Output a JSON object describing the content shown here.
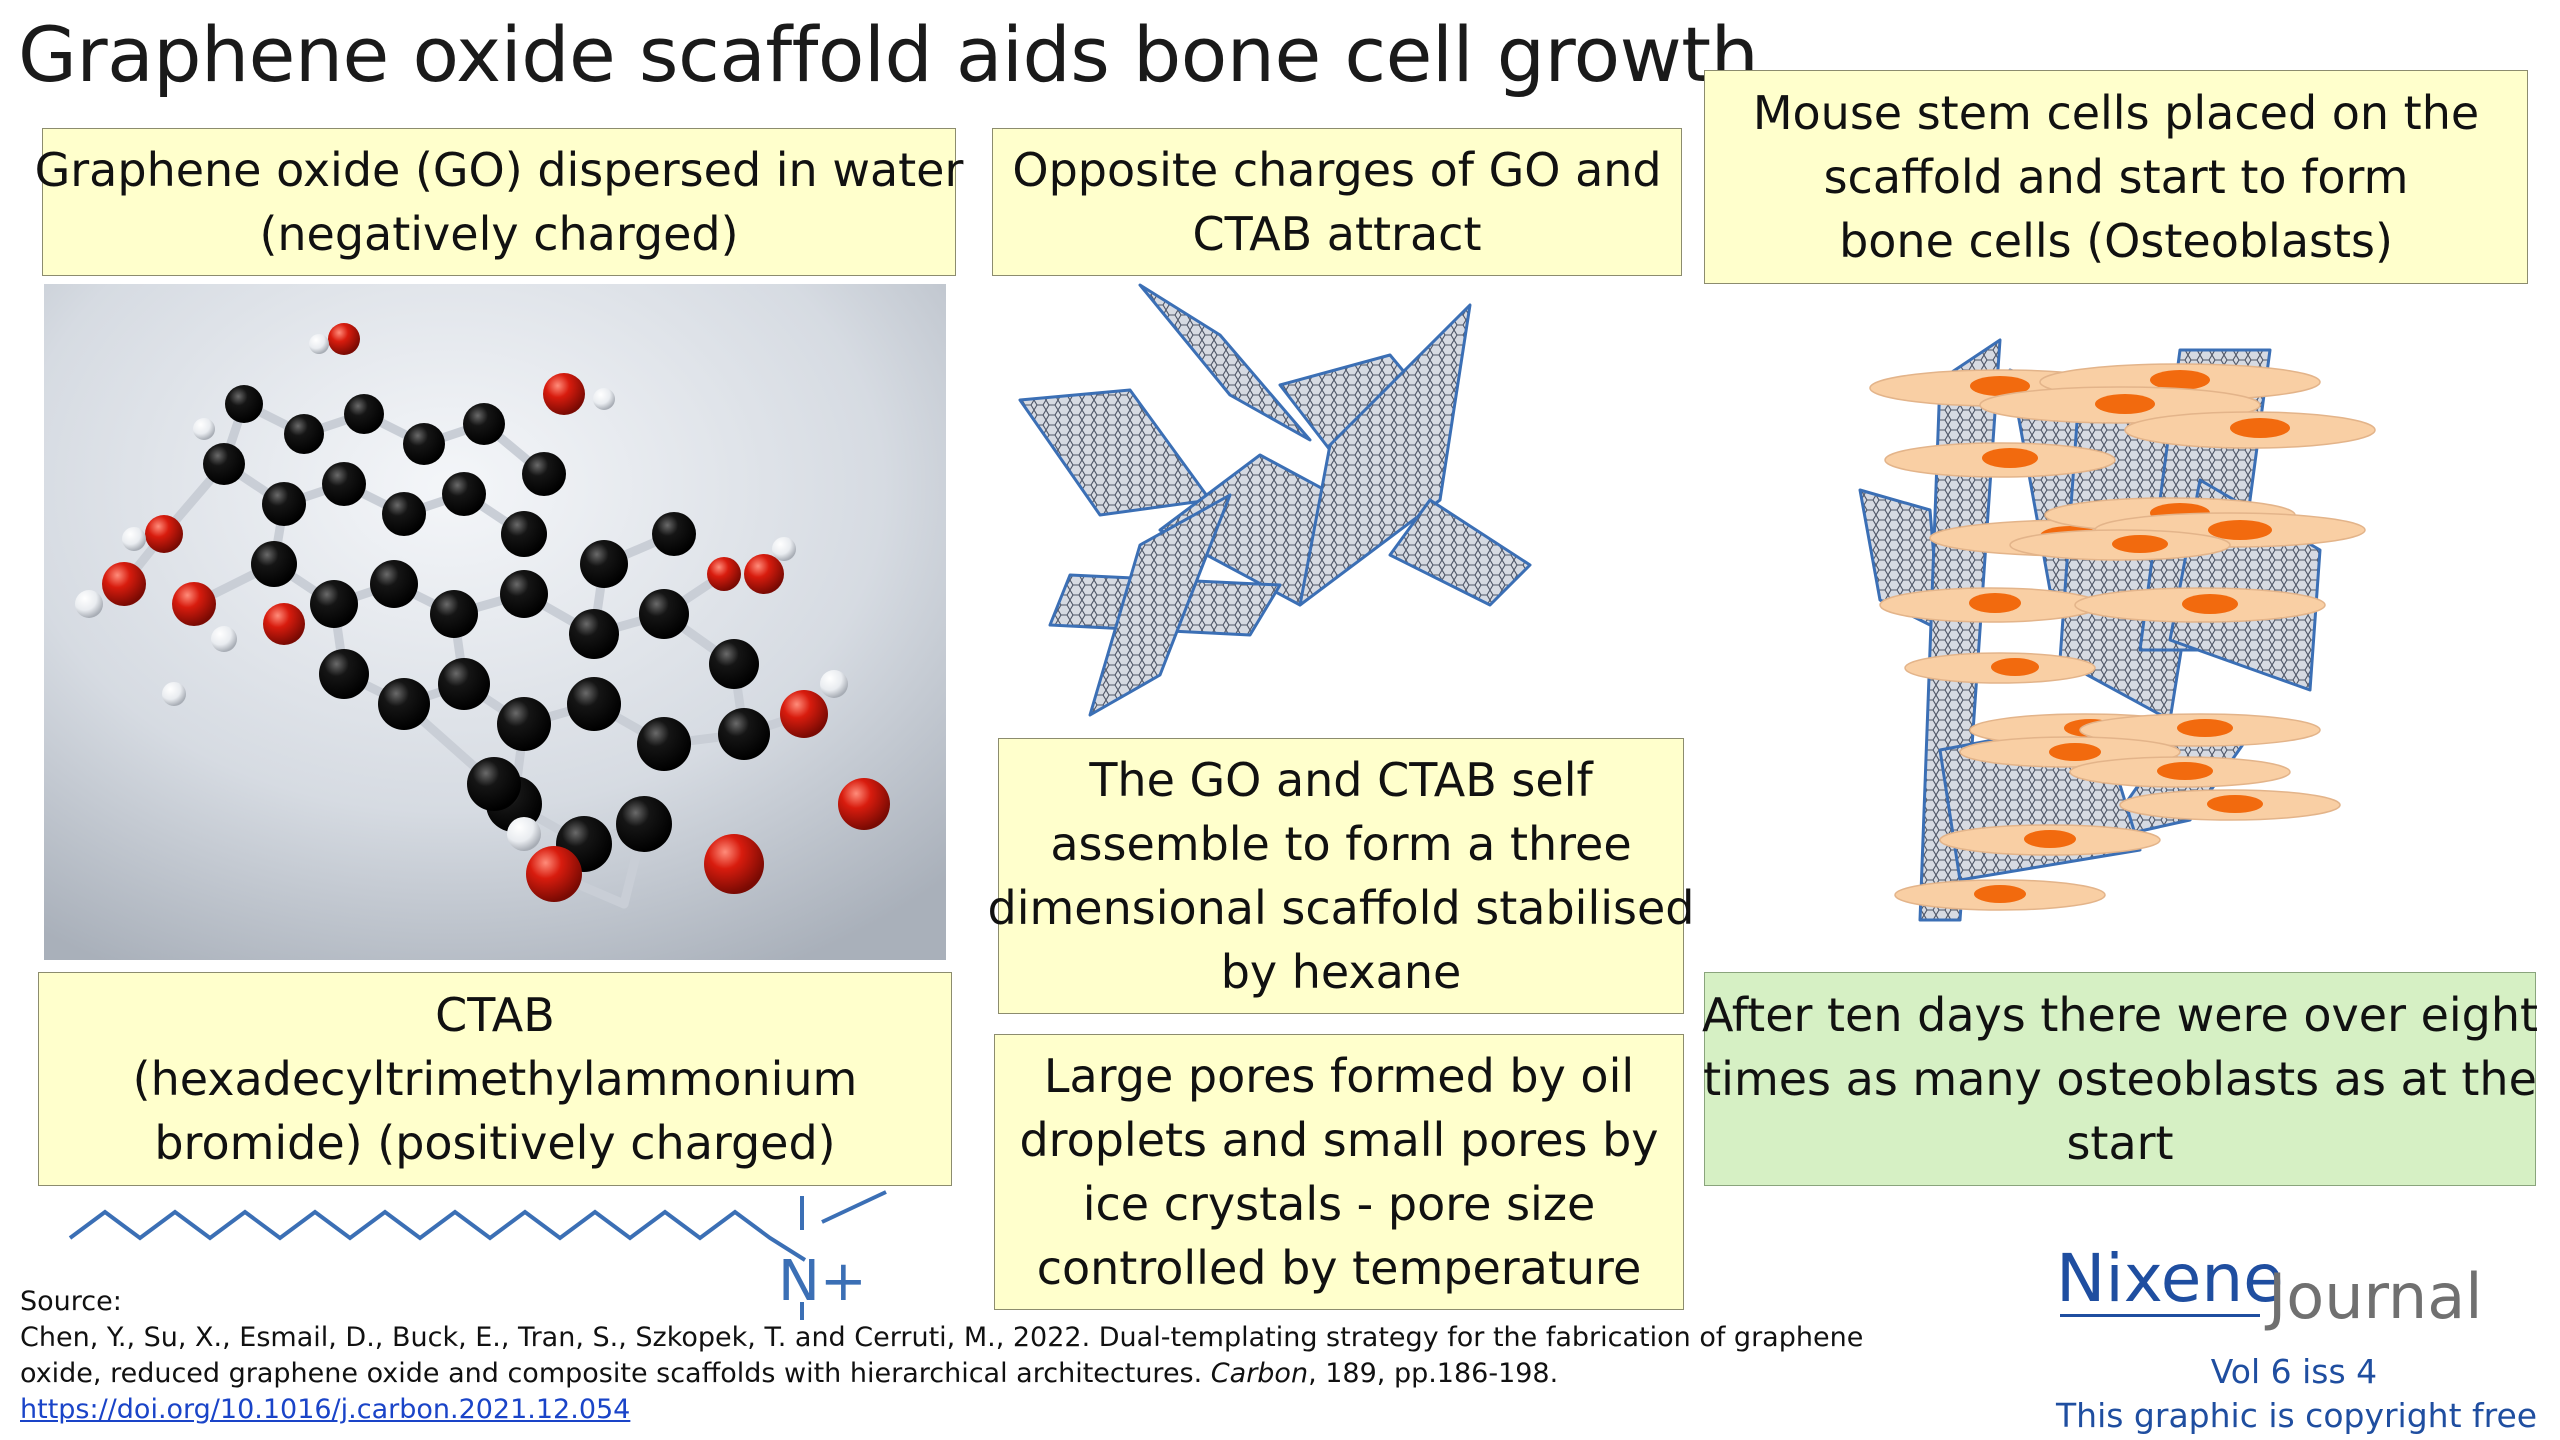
{
  "title": "Graphene oxide scaffold aids bone cell growth",
  "boxes": {
    "go_dispersed": [
      "Graphene oxide (GO) dispersed in water",
      "(negatively charged)"
    ],
    "charges_attract": [
      "Opposite charges of GO and",
      "CTAB attract"
    ],
    "stem_cells": [
      "Mouse stem cells placed on the",
      "scaffold and start to form",
      "bone cells (Osteoblasts)"
    ],
    "self_assemble": [
      "The GO and CTAB self",
      "assemble to form a three",
      "dimensional scaffold stabilised",
      "by hexane"
    ],
    "ctab": [
      "CTAB",
      "(hexadecyltrimethylammonium",
      "bromide) (positively charged)"
    ],
    "pores": [
      "Large pores formed by oil",
      "droplets and small pores by",
      "ice crystals - pore size",
      "controlled by temperature"
    ],
    "result": [
      "After ten days there were over eight",
      "times as many osteoblasts as at the",
      "start"
    ]
  },
  "ctab_label": "N+",
  "source": {
    "label": "Source:",
    "line1": "Chen, Y., Su, X., Esmail, D., Buck, E., Tran, S., Szkopek, T. and Cerruti, M., 2022. Dual-templating strategy for the fabrication of graphene",
    "line2_before": "oxide, reduced graphene oxide and composite scaffolds with hierarchical architectures. ",
    "line2_journal": "Carbon",
    "line2_after": ", 189, pp.186-198.",
    "doi": "https://doi.org/10.1016/j.carbon.2021.12.054"
  },
  "brand": {
    "name": "Nixene",
    "journal": "Journal",
    "volume": "Vol 6 iss 4",
    "copyright": "This graphic is copyright free"
  },
  "colors": {
    "box_yellow": "#ffffcc",
    "box_green": "#d6f0c4",
    "sheet_fill": "#d0d4dc",
    "sheet_edge": "#3b6fb5",
    "cell_body": "#f9cfa4",
    "cell_nucleus": "#f26a0e",
    "brand_blue": "#1f4ea0"
  }
}
